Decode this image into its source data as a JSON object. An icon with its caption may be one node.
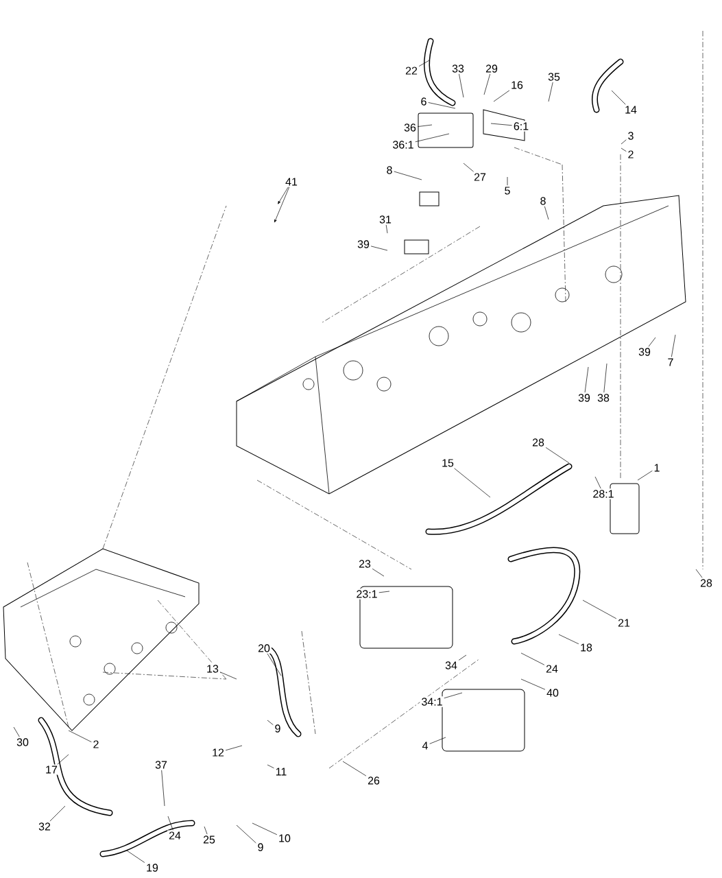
{
  "diagram": {
    "nodes": [
      {
        "text": [
          "22"
        ]
      },
      {
        "text": [
          "33"
        ]
      },
      {
        "text": [
          "29"
        ]
      },
      {
        "text": [
          "16"
        ]
      },
      {
        "text": [
          "6"
        ]
      },
      {
        "text": [
          "6:1"
        ]
      },
      {
        "text": [
          "35"
        ]
      },
      {
        "text": [
          "14"
        ]
      },
      {
        "text": [
          "36"
        ]
      },
      {
        "text": [
          "36:1"
        ]
      },
      {
        "text": [
          "3"
        ]
      },
      {
        "text": [
          "2"
        ]
      },
      {
        "text": [
          "27"
        ]
      },
      {
        "text": [
          "5"
        ]
      },
      {
        "text": [
          "8"
        ]
      },
      {
        "text": [
          "8"
        ]
      },
      {
        "text": [
          "31"
        ]
      },
      {
        "text": [
          "39"
        ]
      },
      {
        "text": [
          "41"
        ]
      },
      {
        "text": [
          "39"
        ]
      },
      {
        "text": [
          "7"
        ]
      },
      {
        "text": [
          "39"
        ]
      },
      {
        "text": [
          "38"
        ]
      },
      {
        "text": [
          "28"
        ]
      },
      {
        "text": [
          "1"
        ]
      },
      {
        "text": [
          "15"
        ]
      },
      {
        "text": [
          "28:1"
        ]
      },
      {
        "text": [
          "23"
        ]
      },
      {
        "text": [
          "23:1"
        ]
      },
      {
        "text": [
          "28"
        ]
      },
      {
        "text": [
          "21"
        ]
      },
      {
        "text": [
          "18"
        ]
      },
      {
        "text": [
          "24"
        ]
      },
      {
        "text": [
          "34"
        ]
      },
      {
        "text": [
          "34:1"
        ]
      },
      {
        "text": [
          "40"
        ]
      },
      {
        "text": [
          "20"
        ]
      },
      {
        "text": [
          "13"
        ]
      },
      {
        "text": [
          "9"
        ]
      },
      {
        "text": [
          "12"
        ]
      },
      {
        "text": [
          "11"
        ]
      },
      {
        "text": [
          "26"
        ]
      },
      {
        "text": [
          "2"
        ]
      },
      {
        "text": [
          "30"
        ]
      },
      {
        "text": [
          "17"
        ]
      },
      {
        "text": [
          "4"
        ]
      },
      {
        "text": [
          "32"
        ]
      },
      {
        "text": [
          "37"
        ]
      },
      {
        "text": [
          "24"
        ]
      },
      {
        "text": [
          "25"
        ]
      },
      {
        "text": [
          "9"
        ]
      },
      {
        "text": [
          "10"
        ]
      },
      {
        "text": [
          "19"
        ]
      }
    ],
    "edges": [
      {
        "from": 0,
        "to": null,
        "arrow": "none"
      },
      {
        "from": 1,
        "to": null,
        "arrow": "none"
      },
      {
        "from": 2,
        "to": null,
        "arrow": "none"
      },
      {
        "from": 3,
        "to": null,
        "arrow": "none"
      },
      {
        "from": 4,
        "to": null,
        "arrow": "none"
      },
      {
        "from": 5,
        "to": null,
        "arrow": "none"
      },
      {
        "from": 6,
        "to": null,
        "arrow": "none"
      },
      {
        "from": 7,
        "to": null,
        "arrow": "none"
      },
      {
        "from": 8,
        "to": null,
        "arrow": "none"
      },
      {
        "from": 9,
        "to": null,
        "arrow": "none"
      },
      {
        "from": 10,
        "to": null,
        "arrow": "none"
      },
      {
        "from": 11,
        "to": null,
        "arrow": "none"
      },
      {
        "from": 12,
        "to": null,
        "arrow": "none"
      },
      {
        "from": 13,
        "to": null,
        "arrow": "none"
      },
      {
        "from": 14,
        "to": null,
        "arrow": "none"
      },
      {
        "from": 15,
        "to": null,
        "arrow": "none"
      },
      {
        "from": 16,
        "to": null,
        "arrow": "none"
      },
      {
        "from": 17,
        "to": null,
        "arrow": "none"
      },
      {
        "from": 18,
        "to": null,
        "arrow": "to"
      },
      {
        "from": 18,
        "to": null,
        "arrow": "to"
      },
      {
        "from": 19,
        "to": null,
        "arrow": "none"
      },
      {
        "from": 20,
        "to": null,
        "arrow": "none"
      },
      {
        "from": 21,
        "to": null,
        "arrow": "none"
      },
      {
        "from": 22,
        "to": null,
        "arrow": "none"
      },
      {
        "from": 23,
        "to": null,
        "arrow": "none"
      },
      {
        "from": 24,
        "to": null,
        "arrow": "none"
      },
      {
        "from": 25,
        "to": null,
        "arrow": "none"
      },
      {
        "from": 26,
        "to": null,
        "arrow": "none"
      },
      {
        "from": 27,
        "to": null,
        "arrow": "none"
      },
      {
        "from": 28,
        "to": null,
        "arrow": "none"
      },
      {
        "from": 29,
        "to": null,
        "arrow": "none"
      },
      {
        "from": 30,
        "to": null,
        "arrow": "none"
      },
      {
        "from": 31,
        "to": null,
        "arrow": "none"
      },
      {
        "from": 32,
        "to": null,
        "arrow": "none"
      },
      {
        "from": 33,
        "to": null,
        "arrow": "none"
      },
      {
        "from": 34,
        "to": null,
        "arrow": "none"
      },
      {
        "from": 35,
        "to": null,
        "arrow": "none"
      },
      {
        "from": 36,
        "to": null,
        "arrow": "none"
      },
      {
        "from": 37,
        "to": null,
        "arrow": "none"
      },
      {
        "from": 38,
        "to": null,
        "arrow": "none"
      },
      {
        "from": 39,
        "to": null,
        "arrow": "none"
      },
      {
        "from": 40,
        "to": null,
        "arrow": "none"
      },
      {
        "from": 41,
        "to": null,
        "arrow": "none"
      },
      {
        "from": 42,
        "to": null,
        "arrow": "none"
      },
      {
        "from": 43,
        "to": null,
        "arrow": "none"
      },
      {
        "from": 44,
        "to": null,
        "arrow": "none"
      },
      {
        "from": 45,
        "to": null,
        "arrow": "none"
      },
      {
        "from": 46,
        "to": null,
        "arrow": "none"
      },
      {
        "from": 47,
        "to": null,
        "arrow": "none"
      },
      {
        "from": 48,
        "to": null,
        "arrow": "none"
      },
      {
        "from": 49,
        "to": null,
        "arrow": "none"
      },
      {
        "from": 50,
        "to": null,
        "arrow": "none"
      },
      {
        "from": 51,
        "to": null,
        "arrow": "none"
      },
      {
        "from": 52,
        "to": null,
        "arrow": "none"
      }
    ]
  }
}
